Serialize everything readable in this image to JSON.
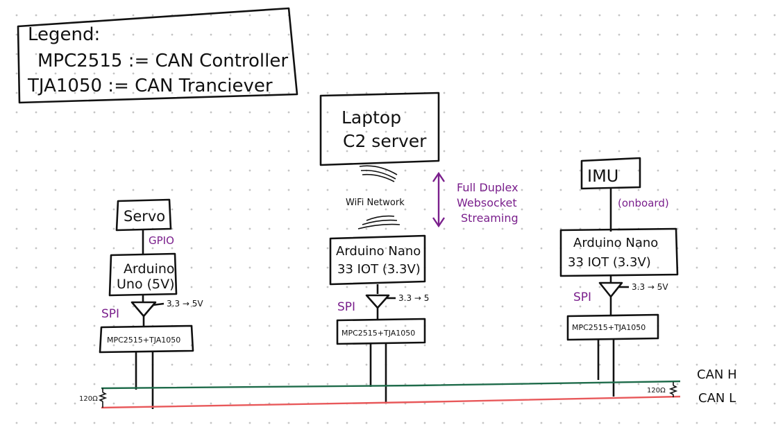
{
  "legend": {
    "title": "Legend:",
    "line1": "MPC2515 := CAN Controller",
    "line2": "TJA1050 := CAN Tranciever"
  },
  "laptop": {
    "line1": "Laptop",
    "line2": "C2 server"
  },
  "wifi_label": "WiFi Network",
  "websocket": {
    "line1": "Full Duplex",
    "line2": "Websocket",
    "line3": "Streaming"
  },
  "servo_node": {
    "device": "Servo",
    "link_label": "GPIO",
    "mcu_line1": "Arduino",
    "mcu_line2": "Uno (5V)",
    "spi_label": "SPI",
    "level_shift": "3.3 → 5V",
    "can_module": "MPC2515+TJA1050"
  },
  "center_node": {
    "mcu_line1": "Arduino Nano",
    "mcu_line2": "33 IOT (3.3V)",
    "spi_label": "SPI",
    "level_shift": "3.3 → 5",
    "can_module": "MPC2515+TJA1050"
  },
  "imu_node": {
    "device": "IMU",
    "link_label": "(onboard)",
    "mcu_line1": "Arduino Nano",
    "mcu_line2": "33 IOT (3.3V)",
    "spi_label": "SPI",
    "level_shift": "3.3 → 5V",
    "can_module": "MPC2515+TJA1050"
  },
  "bus": {
    "can_h_label": "CAN H",
    "can_l_label": "CAN L",
    "term_left": "120Ω",
    "term_right": "120Ω",
    "can_h_color": "#1e6b4a",
    "can_l_color": "#e8585a"
  },
  "colors": {
    "annotation": "#7a1f8c",
    "ink": "#111111"
  }
}
